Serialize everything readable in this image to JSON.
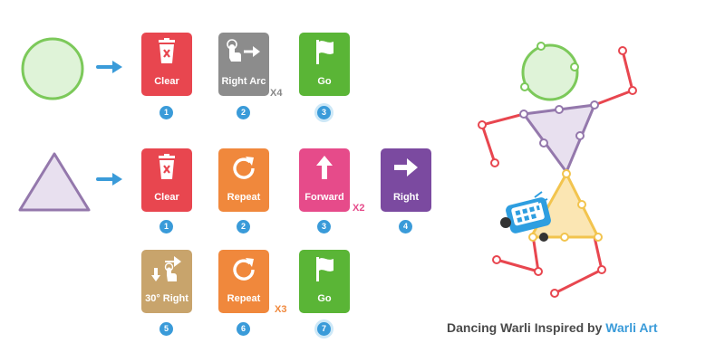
{
  "colors": {
    "clear": "#e8464f",
    "gray": "#8c8c8c",
    "go": "#5ab536",
    "repeat": "#f0883c",
    "forward": "#e64b8a",
    "right": "#7b4aa0",
    "turn": "#c8a46c",
    "badge": "#3a9bd9",
    "x4": "#888888",
    "x2": "#e64b8a",
    "x3": "#f0883c"
  },
  "shapes": {
    "circle": {
      "icon": "circle-shape"
    },
    "triangle": {
      "icon": "triangle-shape"
    }
  },
  "row1": {
    "cards": [
      {
        "label": "Clear",
        "icon": "trash-icon",
        "step": "1"
      },
      {
        "label": "Right Arc",
        "icon": "hand-arrow-icon",
        "step": "2"
      },
      {
        "label": "Go",
        "icon": "flag-icon",
        "step": "3"
      }
    ],
    "multiplier": "X4"
  },
  "row2": {
    "cards": [
      {
        "label": "Clear",
        "icon": "trash-icon",
        "step": "1"
      },
      {
        "label": "Repeat",
        "icon": "repeat-icon",
        "step": "2"
      },
      {
        "label": "Forward",
        "icon": "up-arrow-icon",
        "step": "3"
      },
      {
        "label": "Right",
        "icon": "right-arrow-icon",
        "step": "4"
      }
    ],
    "multiplier": "X2"
  },
  "row3": {
    "cards": [
      {
        "label": "30° Right",
        "icon": "turn-icon",
        "step": "5"
      },
      {
        "label": "Repeat",
        "icon": "repeat-icon",
        "step": "6"
      },
      {
        "label": "Go",
        "icon": "flag-icon",
        "step": "7"
      }
    ],
    "multiplier": "X3"
  },
  "caption": {
    "prefix": "Dancing Warli Inspired by ",
    "accent": "Warli Art"
  }
}
